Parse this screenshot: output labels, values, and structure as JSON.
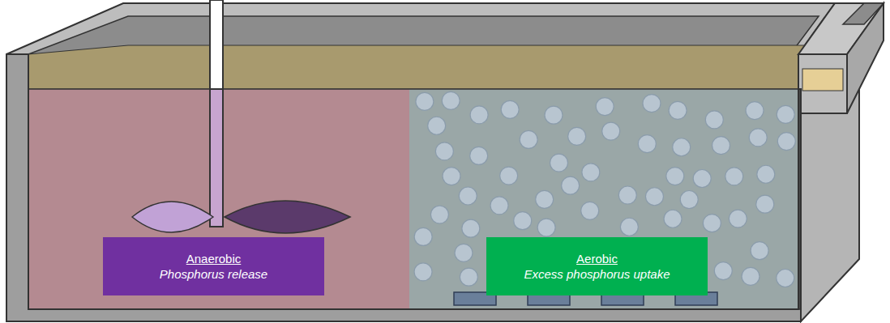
{
  "diagram": {
    "nodes": [
      {
        "text": [
          "Anaerobic",
          "Phosphorus release"
        ]
      },
      {
        "text": [
          "Aerobic",
          "Excess phosphorus uptake"
        ]
      }
    ]
  }
}
